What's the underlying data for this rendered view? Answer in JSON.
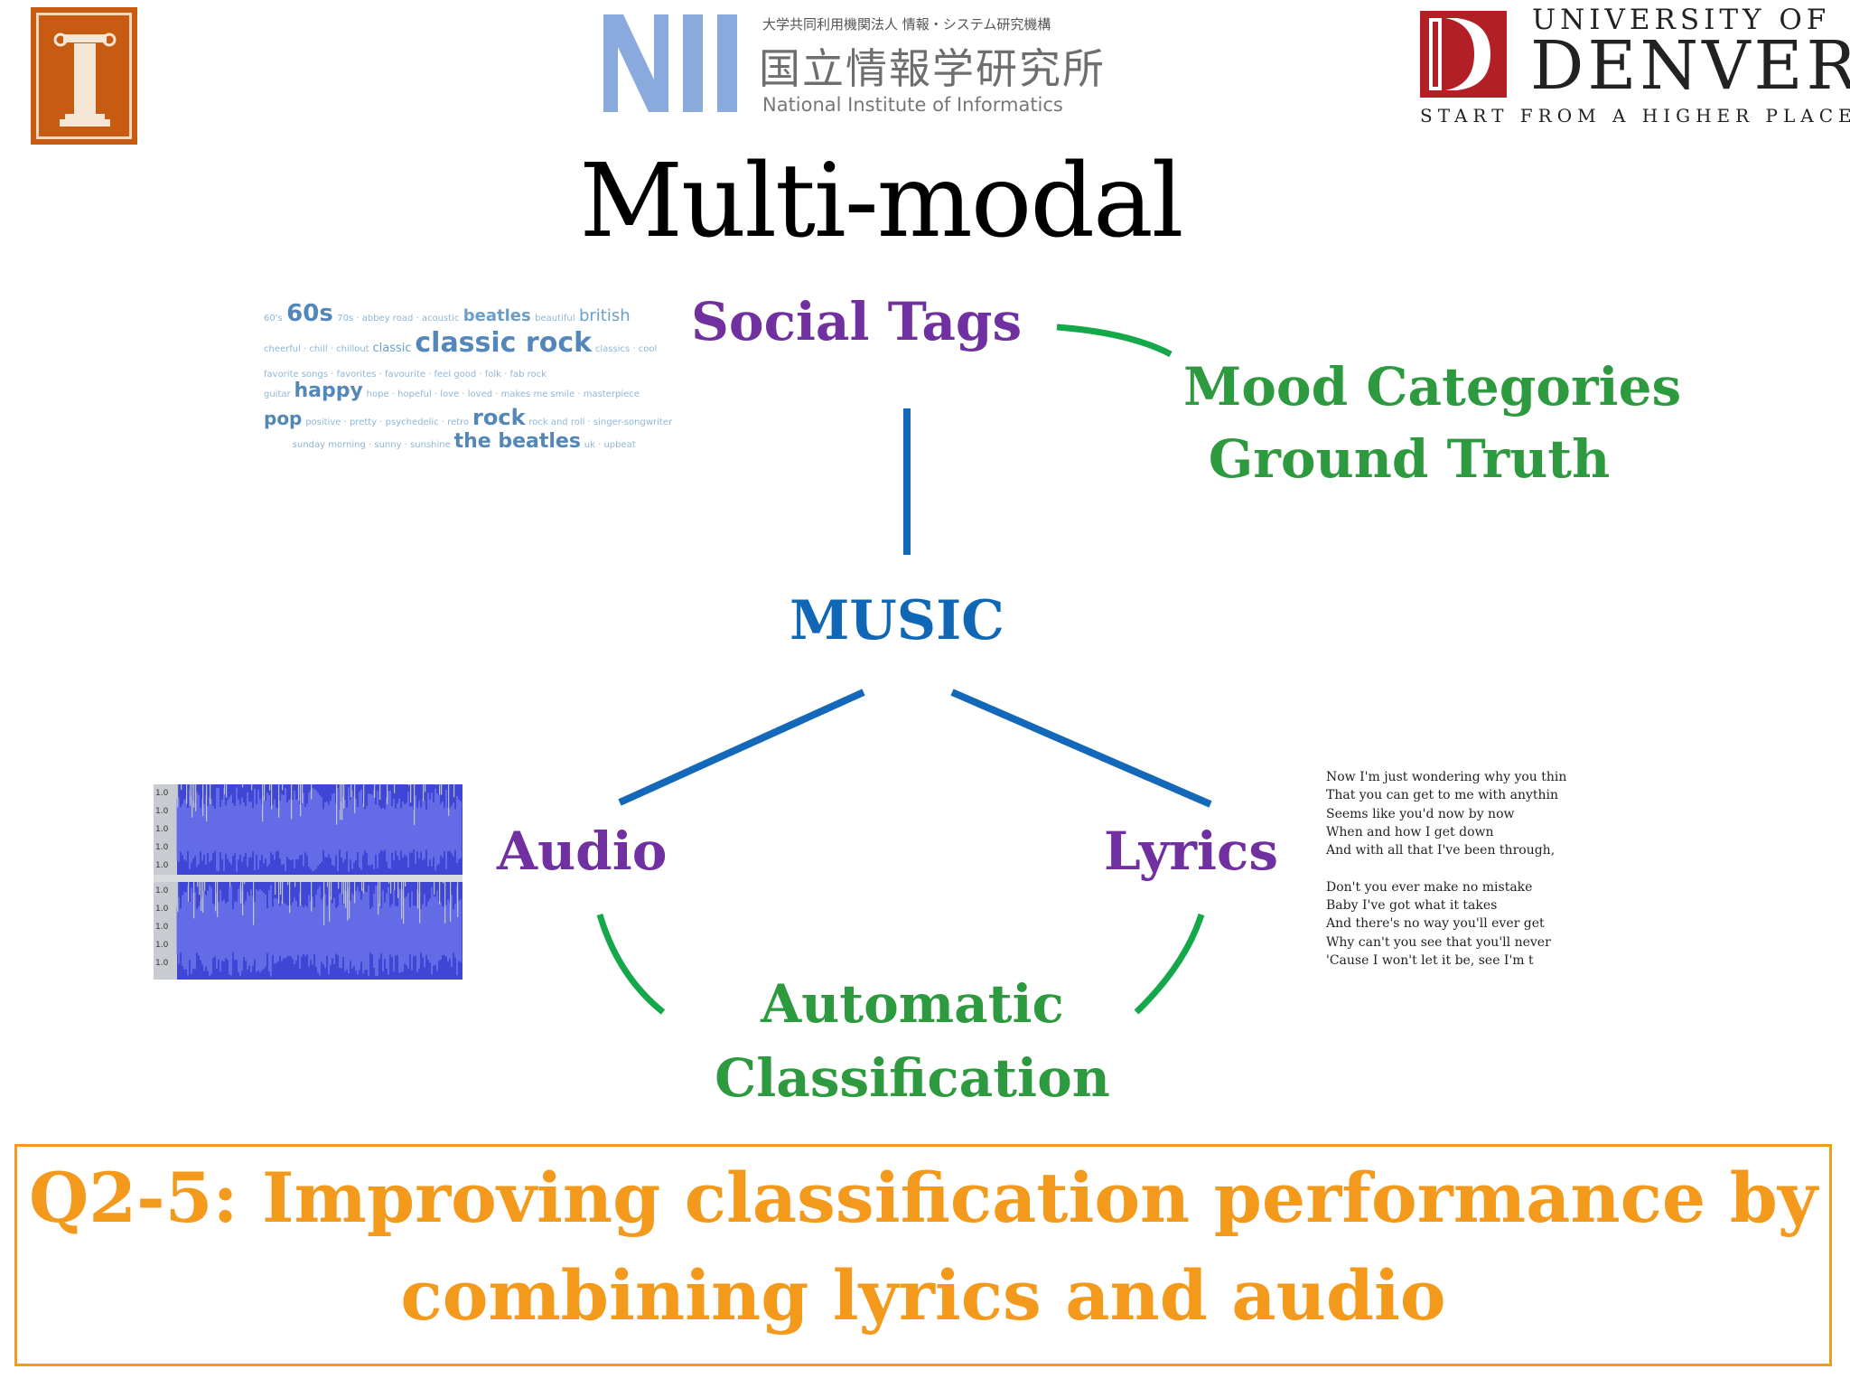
{
  "logos": {
    "nii": {
      "mark": "NII",
      "org_line": "大学共同利用機関法人 情報・システム研究機構",
      "name_jp": "国立情報学研究所",
      "name_en": "National Institute of Informatics"
    },
    "denver": {
      "university_of": "UNIVERSITY OF",
      "name": "DENVER",
      "tagline": "START FROM A HIGHER PLACE"
    }
  },
  "title": "Multi-modal",
  "nodes": {
    "social_tags": "Social Tags",
    "mood_line1": "Mood Categories",
    "mood_line2": "Ground Truth",
    "music": "MUSIC",
    "audio": "Audio",
    "lyrics": "Lyrics",
    "auto_line1": "Automatic",
    "auto_line2": "Classification"
  },
  "colors": {
    "purple": "#7030a0",
    "green": "#2e9a3f",
    "blue": "#0f67b6",
    "orange": "#f39a1d",
    "connector_blue": "#1368b9",
    "connector_green": "#14a84a"
  },
  "tag_cloud": {
    "row1": [
      "60s",
      "beatles",
      "british"
    ],
    "row2": [
      "classic",
      "classic rock"
    ],
    "row3": [
      "happy"
    ],
    "row4": [
      "pop",
      "rock"
    ],
    "row5": [
      "the beatles"
    ]
  },
  "lyrics_snippet": [
    "Now I'm just wondering why you thin",
    "That you can get to me with anythin",
    "Seems like you'd now by now",
    "When and how I get down",
    "And with all that I've been through,",
    "",
    "Don't you ever make no mistake",
    "Baby I've got what it takes",
    "And there's no way you'll ever get",
    "Why can't you see that you'll never",
    "'Cause I won't let it be, see I'm t"
  ],
  "question": {
    "line1": "Q2-5: Improving classification performance by",
    "line2": "combining lyrics and audio"
  }
}
